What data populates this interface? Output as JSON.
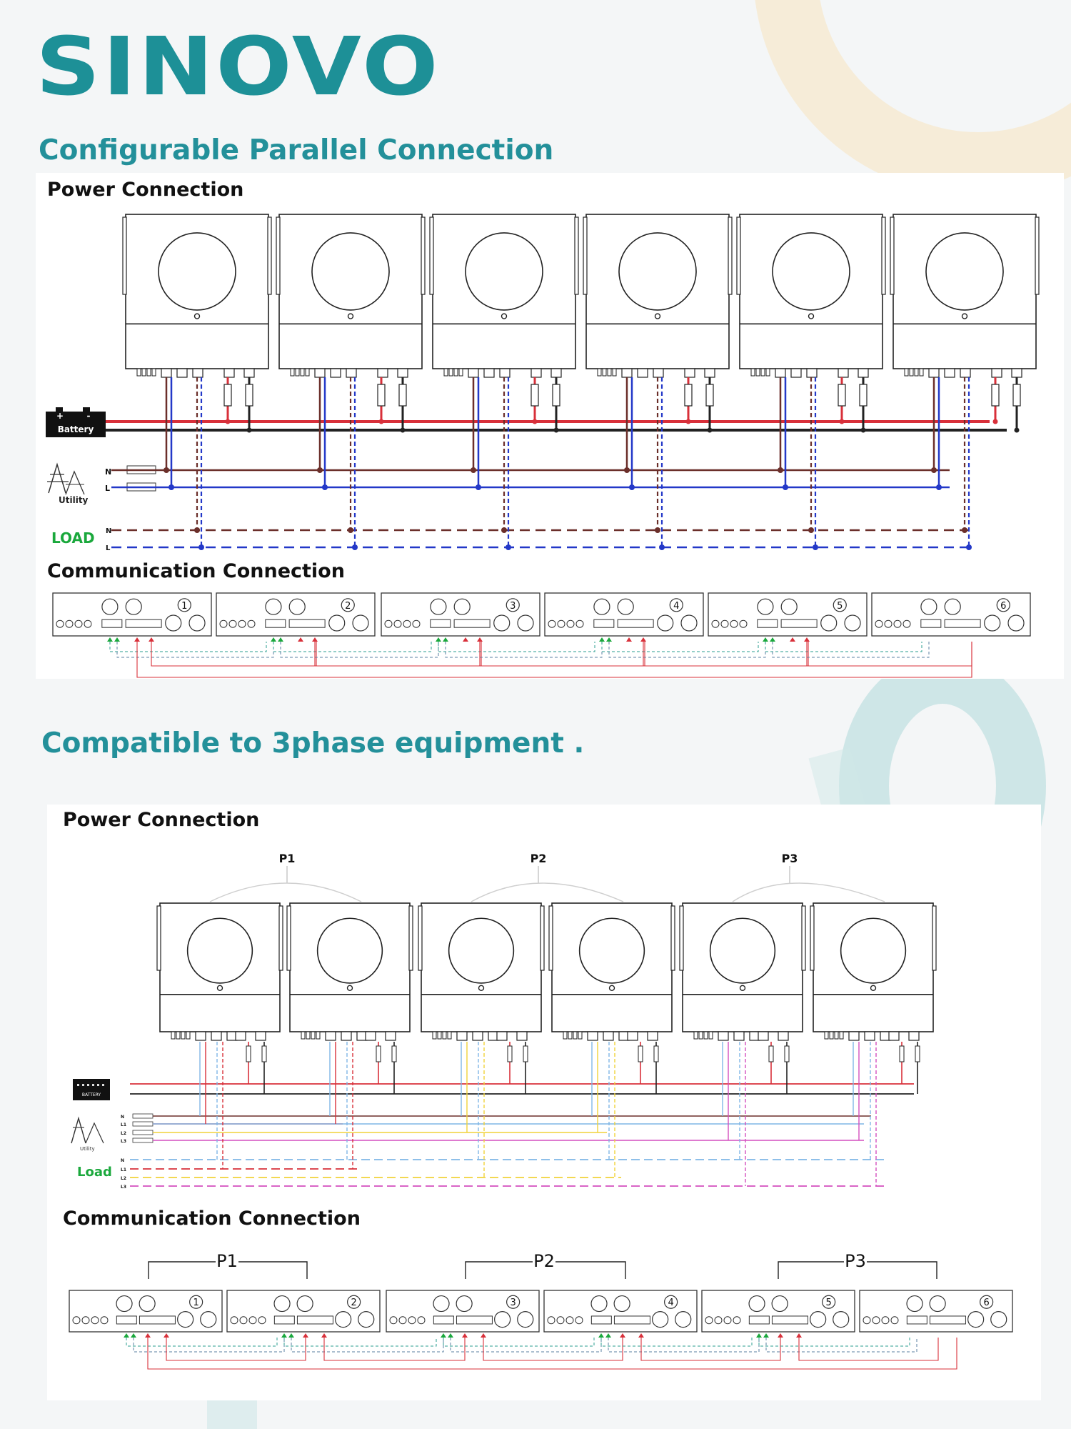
{
  "brand": {
    "name": "SINOVO",
    "color": "#1d9097"
  },
  "section1": {
    "title": "Configurable Parallel Connection",
    "power_label": "Power Connection",
    "comm_label": "Communication Connection",
    "battery_label": "Battery",
    "battery_plus": "+",
    "battery_minus": "-",
    "utility_label": "Utility",
    "load_label": "LOAD",
    "n_label": "N",
    "l_label": "L",
    "units": [
      "1",
      "2",
      "3",
      "4",
      "5",
      "6"
    ]
  },
  "section2": {
    "title": "Compatible to 3phase equipment .",
    "power_label": "Power Connection",
    "comm_label": "Communication Connection",
    "battery_label": "BATTERY",
    "utility_label": "Utility",
    "load_label": "Load",
    "phase_labels": [
      "P1",
      "P2",
      "P3"
    ],
    "line_labels": [
      "N",
      "L1",
      "L2",
      "L3"
    ],
    "units": [
      "1",
      "2",
      "3",
      "4",
      "5",
      "6"
    ]
  },
  "colors": {
    "teal": "#23909a",
    "red": "#d8303a",
    "black": "#222222",
    "blue": "#2338c8",
    "brown": "#6b2f2a",
    "l1": "#7fb6e6",
    "l2": "#f1d23a",
    "l3": "#d44fbf",
    "green": "#1aa83c"
  }
}
